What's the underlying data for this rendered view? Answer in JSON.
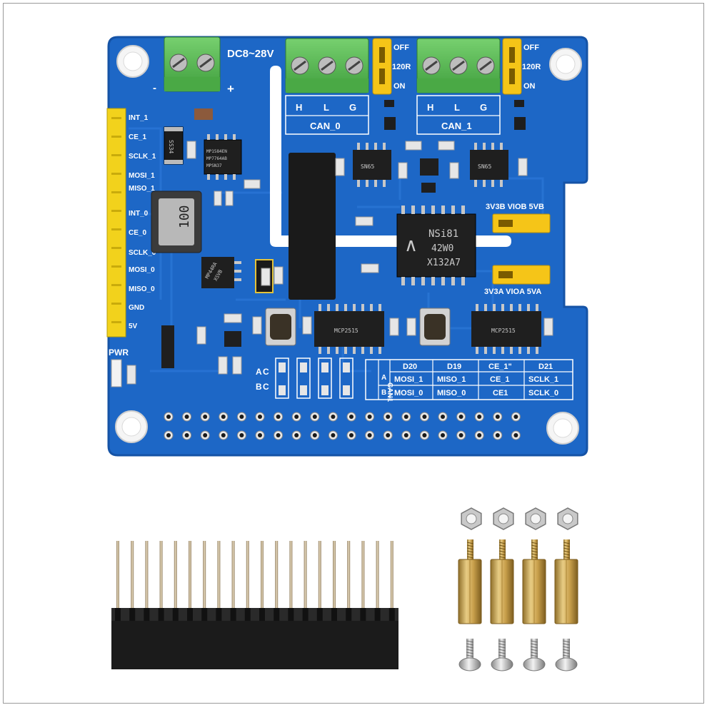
{
  "board": {
    "power_input_label": "DC8~28V",
    "minus_label": "-",
    "plus_label": "+",
    "can0": {
      "label": "CAN_0",
      "pins": [
        "H",
        "L",
        "G"
      ],
      "jumper_labels": [
        "OFF",
        "120R",
        "ON"
      ]
    },
    "can1": {
      "label": "CAN_1",
      "pins": [
        "H",
        "L",
        "G"
      ],
      "jumper_labels": [
        "OFF",
        "120R",
        "ON"
      ]
    },
    "header_pins": [
      "INT_1",
      "CE_1",
      "SCLK_1",
      "MOSI_1",
      "MISO_1",
      "INT_0",
      "CE_0",
      "SCLK_0",
      "MOSI_0",
      "MISO_0",
      "GND",
      "5V"
    ],
    "jumper_b_label": "3V3B VIOB 5VB",
    "jumper_a_label": "3V3A VIOA 5VA",
    "pwr_label": "PWR",
    "sel_labels": [
      "A",
      "B"
    ],
    "isolator_text": [
      "NSi81",
      "42W0",
      "X132A7"
    ],
    "inductor_text": "100",
    "chip_texts": {
      "buck": [
        "MP1584EN",
        "MP7764AB",
        "MPSN37"
      ],
      "diode": "SS34",
      "reg": [
        "MP44RA",
        "XSVB"
      ],
      "mcp_a": "MCP2515",
      "mcp_b": "MCP2515",
      "xcvr_a": "SN65",
      "xcvr_b": "SN65"
    },
    "mapping_table": {
      "side_label": "CAN1",
      "rows_label": [
        "A",
        "B"
      ],
      "headers": [
        "D20",
        "D19",
        "CE_1\"",
        "D21"
      ],
      "row_a": [
        "MOSI_1",
        "MISO_1",
        "CE_1",
        "SCLK_1"
      ],
      "row_b": [
        "MOSI_0",
        "MISO_0",
        "CE1",
        "SCLK_0"
      ]
    }
  },
  "accessories": {
    "pin_header_count": 20,
    "standoff_count": 4,
    "nut_count": 4,
    "screw_count": 4
  },
  "colors": {
    "pcb": "#1d67c6",
    "pcb_dark": "#1553a6",
    "terminal": "#5dbf5a",
    "header_yellow": "#f2d21c",
    "jumper_yellow": "#f5c518",
    "brass": "#cba659"
  }
}
